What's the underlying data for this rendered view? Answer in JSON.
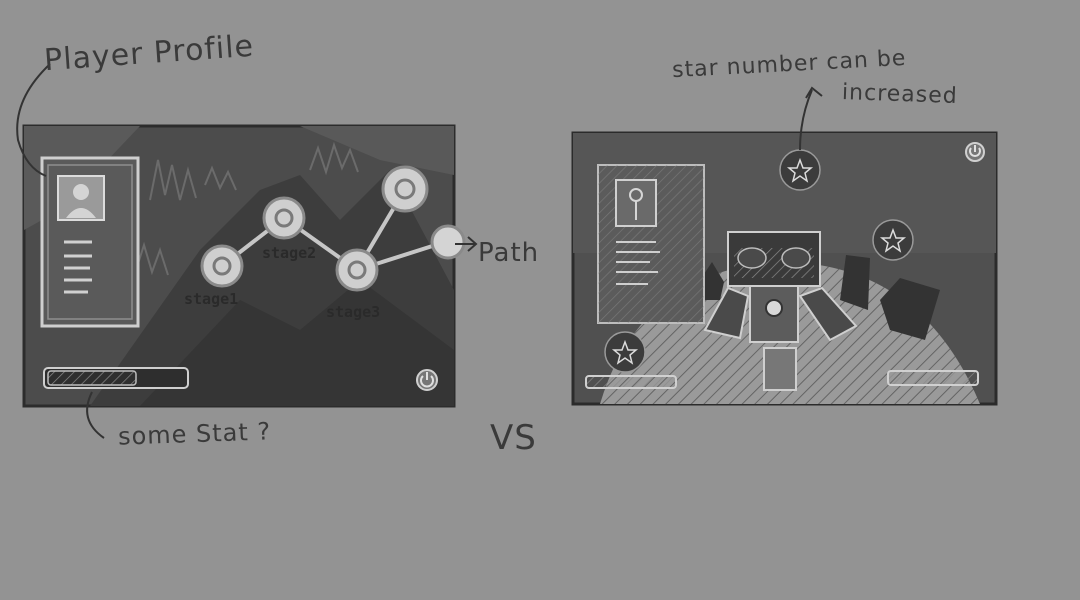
{
  "annotations": {
    "player_profile": "Player Profile",
    "path": "Path",
    "some_stat": "some Stat ?",
    "vs": "VS",
    "star_note_line1": "star number can be",
    "star_note_line2": "increased"
  },
  "left_mockup": {
    "stages": [
      "stage1",
      "stage2",
      "stage3"
    ],
    "progress": 0.7,
    "icons": [
      "avatar-icon",
      "power-icon"
    ]
  },
  "right_mockup": {
    "icons": [
      "star-icon",
      "star-icon",
      "star-icon",
      "power-icon",
      "avatar-icon"
    ]
  }
}
